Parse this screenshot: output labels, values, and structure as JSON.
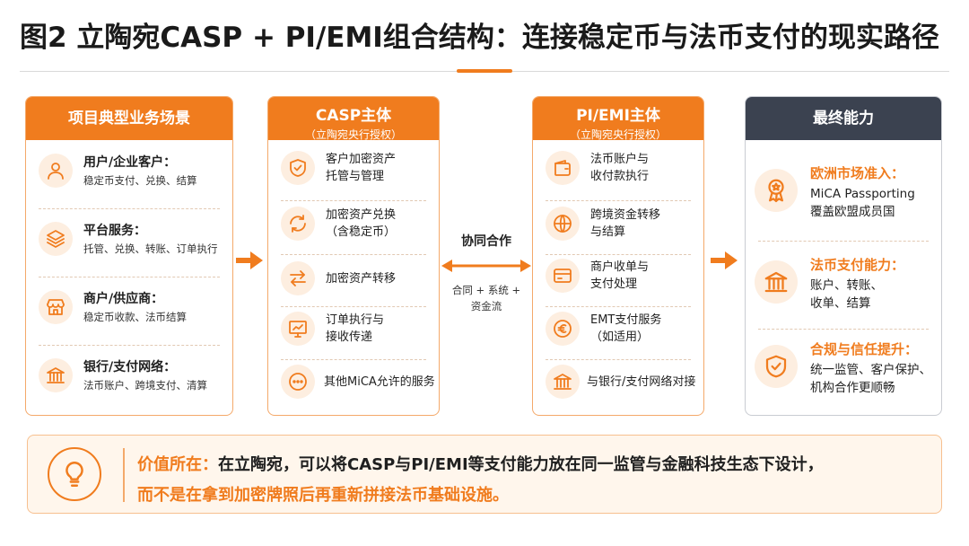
{
  "title": "图2 立陶宛CASP + PI/EMI组合结构：连接稳定币与法币支付的现实路径",
  "col1": {
    "head": "项目典型业务场景",
    "items": [
      {
        "title": "用户/企业客户：",
        "desc": "稳定币支付、兑换、结算",
        "icon": "user-icon"
      },
      {
        "title": "平台服务：",
        "desc": "托管、兑换、转账、订单执行",
        "icon": "layers-icon"
      },
      {
        "title": "商户/供应商：",
        "desc": "稳定币收款、法币结算",
        "icon": "store-icon"
      },
      {
        "title": "银行/支付网络：",
        "desc": "法币账户、跨境支付、清算",
        "icon": "bank-icon"
      }
    ]
  },
  "col2": {
    "head": "CASP主体",
    "sub": "（立陶宛央行授权）",
    "items": [
      {
        "l1": "客户加密资产",
        "l2": "托管与管理",
        "icon": "shield-check-icon"
      },
      {
        "l1": "加密资产兑换",
        "l2": "（含稳定币）",
        "icon": "refresh-icon"
      },
      {
        "l1": "加密资产转移",
        "l2": "",
        "icon": "transfer-arrows-icon"
      },
      {
        "l1": "订单执行与",
        "l2": "接收传递",
        "icon": "chart-monitor-icon"
      },
      {
        "l1": "其他MiCA允许的服务",
        "l2": "",
        "icon": "more-dots-icon"
      }
    ]
  },
  "collab": {
    "label": "协同合作",
    "sub1": "合同 + 系统 +",
    "sub2": "资金流"
  },
  "col3": {
    "head": "PI/EMI主体",
    "sub": "（立陶宛央行授权）",
    "items": [
      {
        "l1": "法币账户与",
        "l2": "收付款执行",
        "icon": "wallet-icon"
      },
      {
        "l1": "跨境资金转移",
        "l2": "与结算",
        "icon": "globe-icon"
      },
      {
        "l1": "商户收单与",
        "l2": "支付处理",
        "icon": "card-icon"
      },
      {
        "l1": "EMT支付服务",
        "l2": "（如适用）",
        "icon": "euro-icon"
      },
      {
        "l1": "与银行/支付网络对接",
        "l2": "",
        "icon": "bank-icon"
      }
    ]
  },
  "col4": {
    "head": "最终能力",
    "items": [
      {
        "title": "欧洲市场准入：",
        "l1": "MiCA Passporting",
        "l2": "覆盖欧盟成员国",
        "icon": "award-icon"
      },
      {
        "title": "法币支付能力：",
        "l1": "账户、转账、",
        "l2": "收单、结算",
        "icon": "bank-icon"
      },
      {
        "title": "合规与信任提升：",
        "l1": "统一监管、客户保护、",
        "l2": "机构合作更顺畅",
        "icon": "shield-check-icon"
      }
    ]
  },
  "bottom": {
    "label": "价值所在：",
    "line1": "在立陶宛，可以将CASP与PI/EMI等支付能力放在同一监管与金融科技生态下设计，",
    "line2": "而不是在拿到加密牌照后再重新拼接法币基础设施。",
    "icon": "lightbulb-icon"
  },
  "colors": {
    "accent": "#f07c1e",
    "dark": "#3b4250"
  }
}
